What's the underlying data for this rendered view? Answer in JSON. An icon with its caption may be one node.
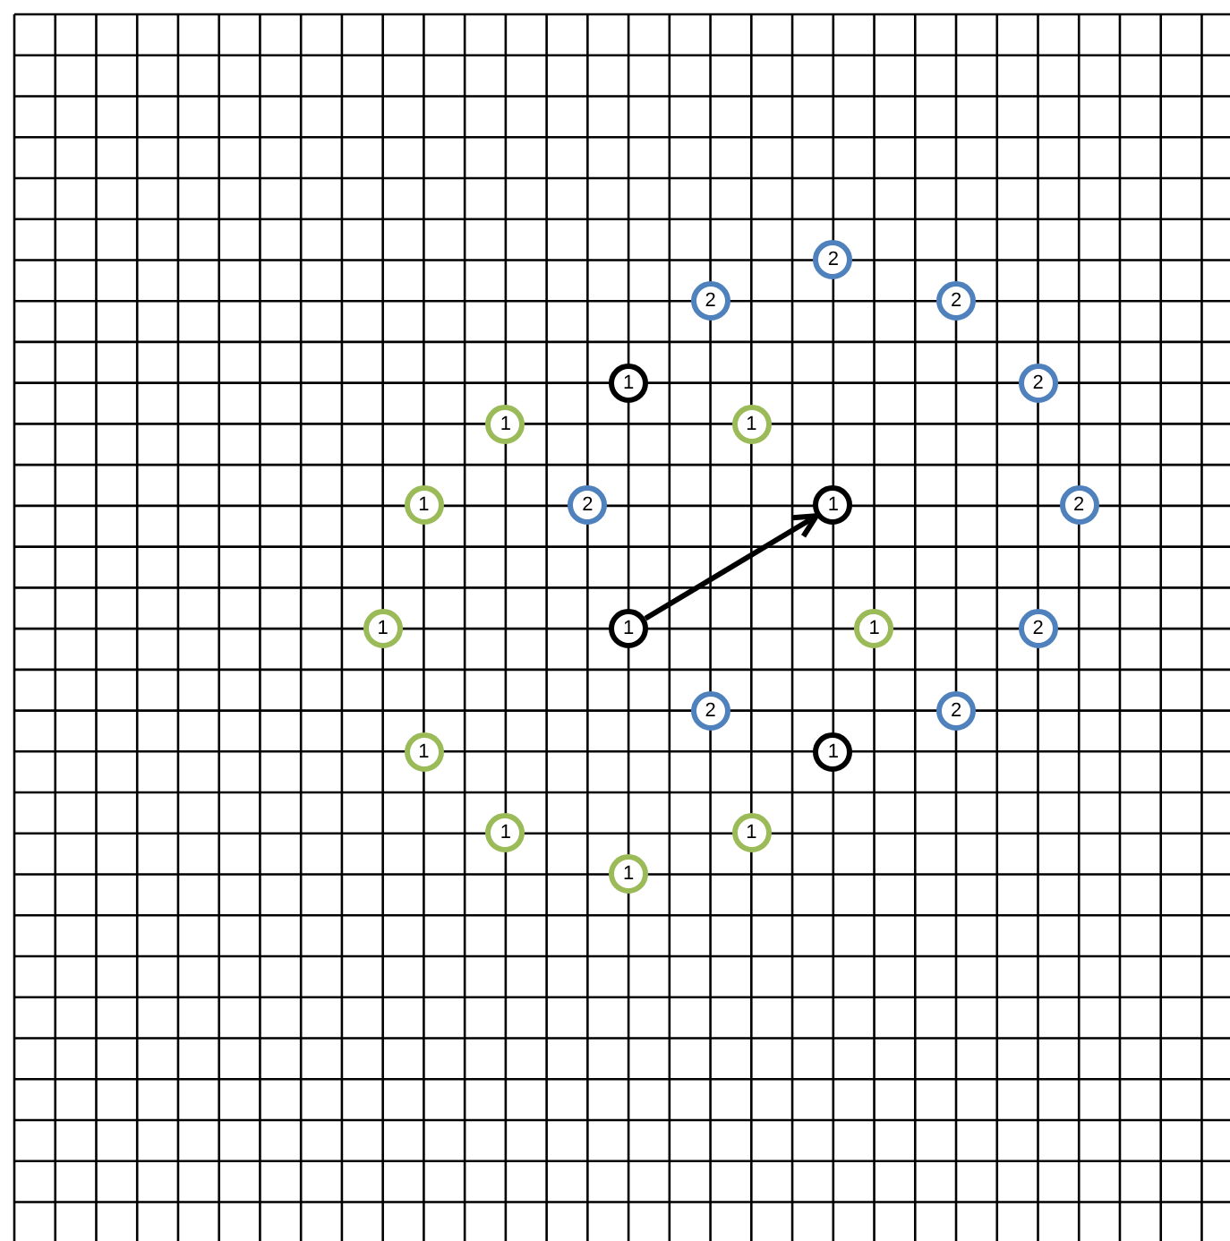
{
  "diagram": {
    "nodes": [
      {
        "text": [
          "2"
        ]
      },
      {
        "text": [
          "2"
        ]
      },
      {
        "text": [
          "2"
        ]
      },
      {
        "text": [
          "1"
        ]
      },
      {
        "text": [
          "2"
        ]
      },
      {
        "text": [
          "1"
        ]
      },
      {
        "text": [
          "1"
        ]
      },
      {
        "text": [
          "1"
        ]
      },
      {
        "text": [
          "2"
        ]
      },
      {
        "text": [
          "1"
        ]
      },
      {
        "text": [
          "2"
        ]
      },
      {
        "text": [
          "1"
        ]
      },
      {
        "text": [
          "1"
        ]
      },
      {
        "text": [
          "1"
        ]
      },
      {
        "text": [
          "2"
        ]
      },
      {
        "text": [
          "2"
        ]
      },
      {
        "text": [
          "2"
        ]
      },
      {
        "text": [
          "1"
        ]
      },
      {
        "text": [
          "1"
        ]
      },
      {
        "text": [
          "1"
        ]
      },
      {
        "text": [
          "1"
        ]
      },
      {
        "text": [
          "1"
        ]
      }
    ],
    "edges": [
      {
        "from": 12,
        "to": 9,
        "arrow": "to"
      }
    ]
  }
}
